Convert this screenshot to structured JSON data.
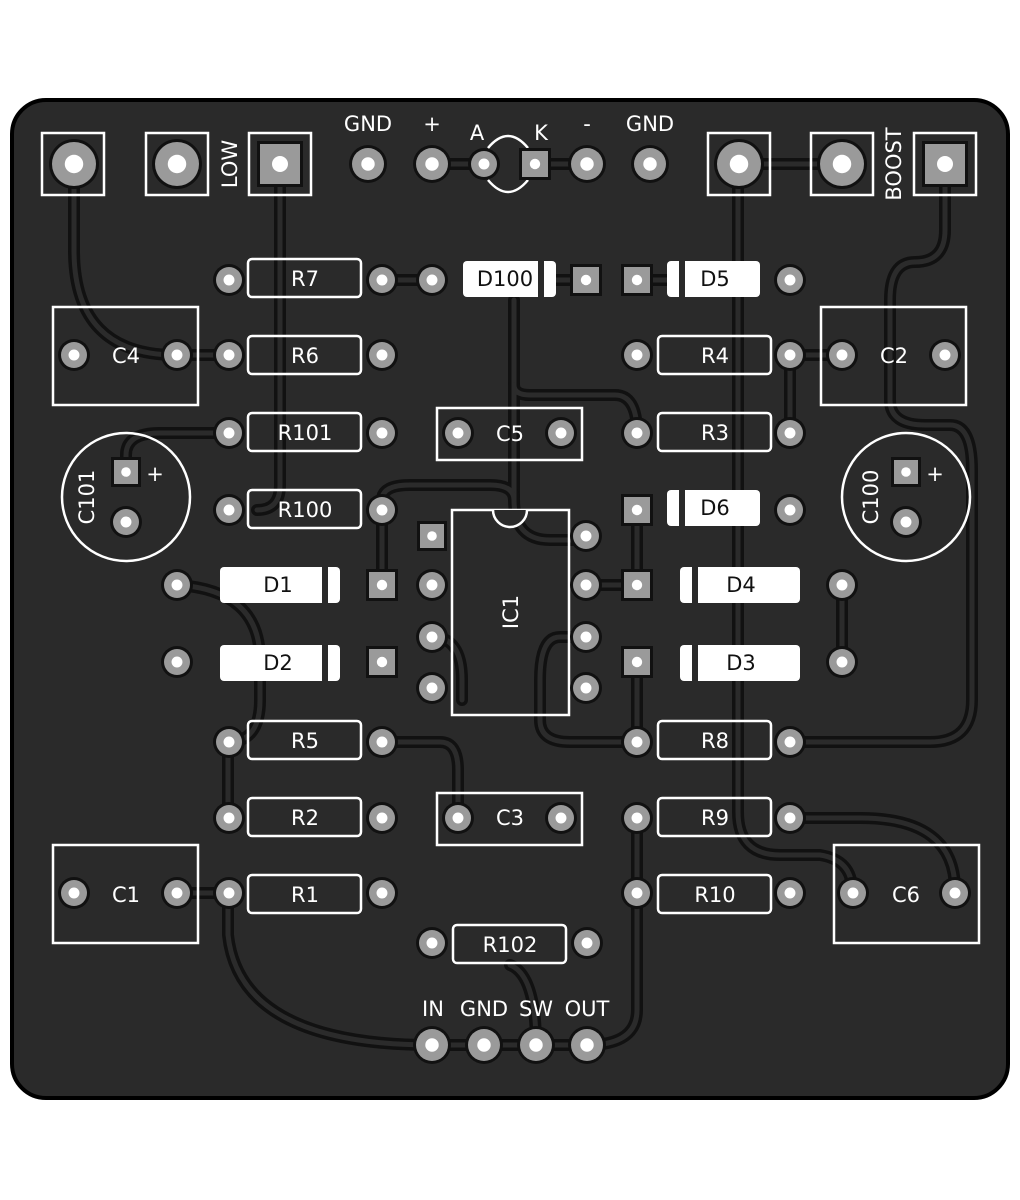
{
  "board": {
    "colors": {
      "board": "#2a2a2a",
      "outline": "#000000",
      "silk": "#ffffff",
      "pad": "#9a9a9a",
      "hole": "#ffffff",
      "trace": "#111111"
    }
  },
  "header_labels": {
    "gnd_left": "GND",
    "plus": "+",
    "led_a": "A",
    "led_k": "K",
    "minus": "-",
    "gnd_right": "GND",
    "low": "LOW",
    "boost": "BOOST"
  },
  "bottom_labels": {
    "in": "IN",
    "gnd": "GND",
    "sw": "SW",
    "out": "OUT"
  },
  "resistors": {
    "r7": "R7",
    "r6": "R6",
    "r101": "R101",
    "r100": "R100",
    "r5": "R5",
    "r2": "R2",
    "r1": "R1",
    "r4": "R4",
    "r3": "R3",
    "r8": "R8",
    "r9": "R9",
    "r10": "R10",
    "r102": "R102"
  },
  "diodes": {
    "d100": "D100",
    "d5": "D5",
    "d6": "D6",
    "d1": "D1",
    "d2": "D2",
    "d4": "D4",
    "d3": "D3"
  },
  "capacitors": {
    "c4": "C4",
    "c2": "C2",
    "c5": "C5",
    "c3": "C3",
    "c1": "C1",
    "c6": "C6"
  },
  "electrolytics": {
    "c101": "C101",
    "c100": "C100",
    "polarity": "+"
  },
  "ic": {
    "ic1": "IC1"
  }
}
